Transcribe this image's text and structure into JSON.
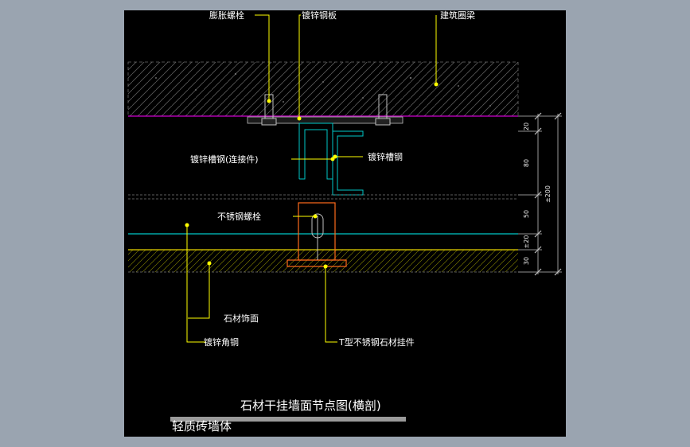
{
  "labels": {
    "expansion_bolt": "膨胀螺栓",
    "galvanized_plate": "镀锌钢板",
    "building_ring_beam": "建筑圈梁",
    "connector_channel": "镀锌槽钢(连接件)",
    "galvanized_channel": "镀锌槽钢",
    "stainless_bolt": "不锈钢螺栓",
    "stone_facing": "石材饰面",
    "galvanized_angle": "镀锌角钢",
    "t_hanger": "T型不锈钢石材挂件"
  },
  "dimensions": {
    "d1": "20",
    "d2": "80",
    "d3": "50",
    "d4": "±20",
    "d5": "30",
    "total": "±200"
  },
  "title": "石材干挂墙面节点图(横剖)",
  "footer": "轻质砖墙体",
  "colors": {
    "background": "#9aa4b0",
    "canvas": "#000000",
    "leader": "#ffff00",
    "magenta": "#d000d0",
    "cyan": "#00c8c8",
    "orange": "#ff6a1a",
    "hatch": "#5a5a5a"
  }
}
